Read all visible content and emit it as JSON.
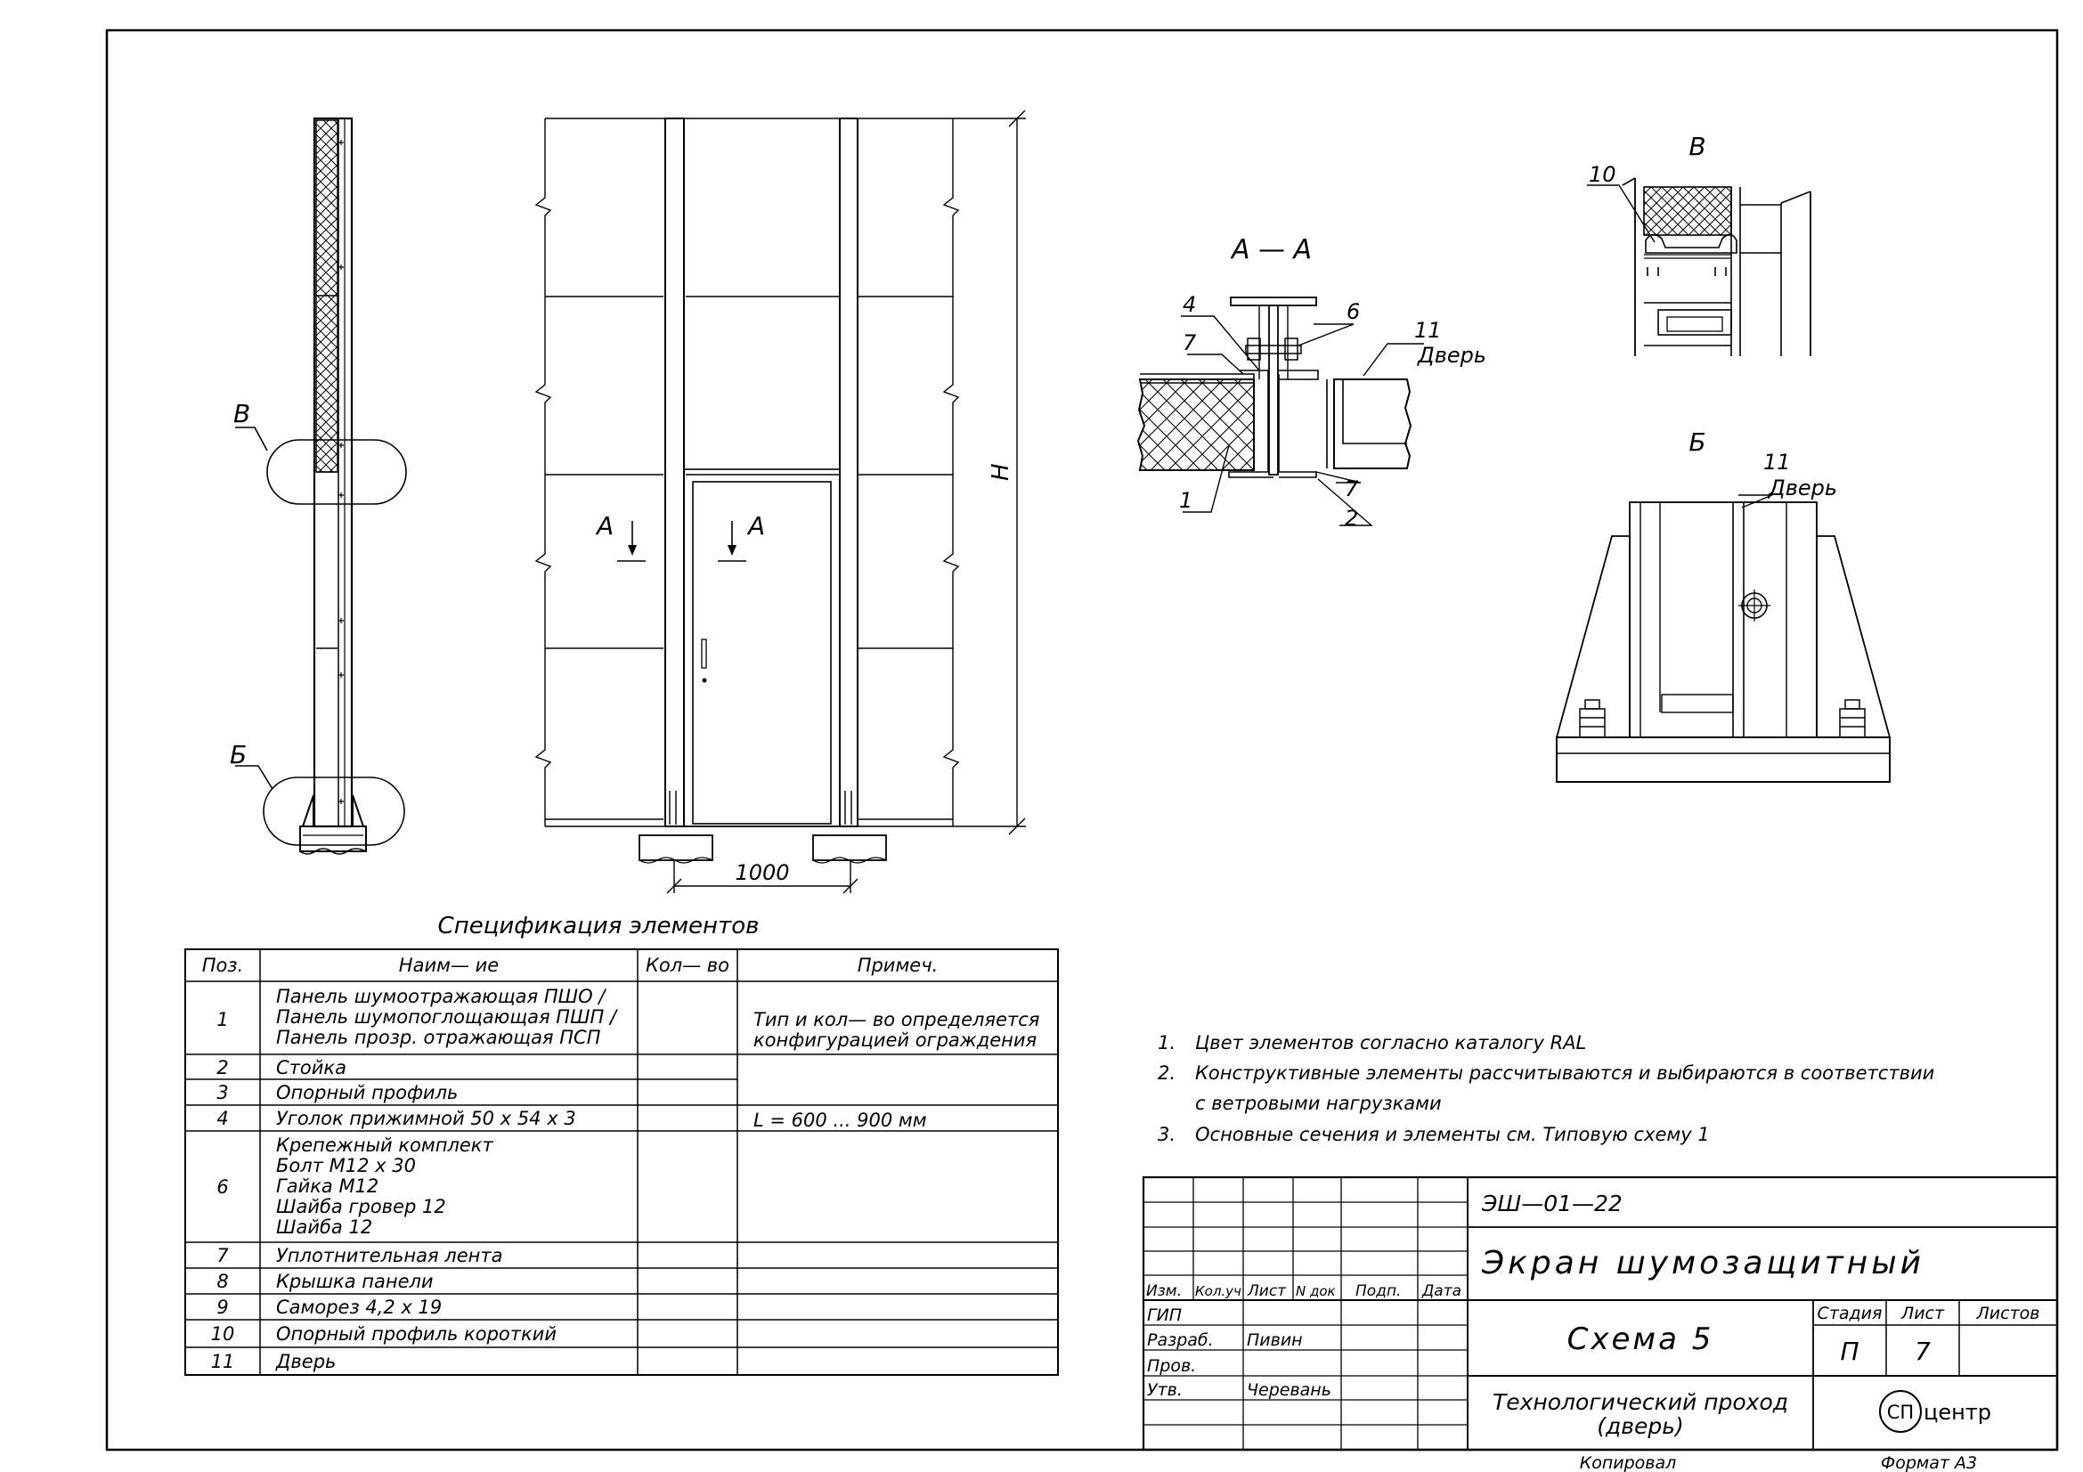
{
  "drawing": {
    "side": {
      "callout_b_upper": "В",
      "callout_b_lower": "Б"
    },
    "front": {
      "section_left": "А",
      "section_right": "А",
      "height_label": "H",
      "width_label": "1000"
    },
    "section_aa": {
      "title": "А — А",
      "labels": {
        "p4": "4",
        "p6": "6",
        "p7a": "7",
        "p11": "11",
        "door": "Дверь",
        "p1": "1",
        "p7b": "7",
        "p2": "2"
      }
    },
    "detail_v": {
      "title": "В",
      "p10": "10"
    },
    "detail_b": {
      "title": "Б",
      "p11": "11",
      "door": "Дверь"
    }
  },
  "spec": {
    "title": "Спецификация элементов",
    "headers": [
      "Поз.",
      "Наим— ие",
      "Кол— во",
      "Примеч."
    ],
    "rows": [
      {
        "pos": "1",
        "name": [
          "Панель шумоотражающая ПШО /",
          "Панель шумопоглощающая ПШП /",
          "Панель прозр. отражающая ПСП"
        ],
        "qty": "",
        "note": [
          "Тип и кол— во определяется",
          "конфигурацией ограждения"
        ]
      },
      {
        "pos": "2",
        "name": [
          "Стойка"
        ],
        "qty": "",
        "note": []
      },
      {
        "pos": "3",
        "name": [
          "Опорный профиль"
        ],
        "qty": "",
        "note": []
      },
      {
        "pos": "4",
        "name": [
          "Уголок прижимной 50 х 54 х 3"
        ],
        "qty": "",
        "note": [
          "L = 600 ... 900 мм"
        ]
      },
      {
        "pos": "6",
        "name": [
          "Крепежный комплект",
          "Болт М12 х 30",
          "Гайка М12",
          "Шайба гровер 12",
          "Шайба 12"
        ],
        "qty": "",
        "note": []
      },
      {
        "pos": "7",
        "name": [
          "Уплотнительная лента"
        ],
        "qty": "",
        "note": []
      },
      {
        "pos": "8",
        "name": [
          "Крышка панели"
        ],
        "qty": "",
        "note": []
      },
      {
        "pos": "9",
        "name": [
          "Саморез 4,2 х 19"
        ],
        "qty": "",
        "note": []
      },
      {
        "pos": "10",
        "name": [
          "Опорный профиль короткий"
        ],
        "qty": "",
        "note": []
      },
      {
        "pos": "11",
        "name": [
          "Дверь"
        ],
        "qty": "",
        "note": []
      }
    ]
  },
  "notes": {
    "items": [
      {
        "num": "1.",
        "lines": [
          "Цвет элементов согласно каталогу RAL"
        ]
      },
      {
        "num": "2.",
        "lines": [
          "Конструктивные элементы рассчитываются и выбираются в соответствии",
          "с ветровыми нагрузками"
        ]
      },
      {
        "num": "3.",
        "lines": [
          "Основные сечения и элементы см. Типовую схему 1"
        ]
      }
    ]
  },
  "titleblock": {
    "code": "ЭШ—01—22",
    "name": "Экран шумозащитный",
    "scheme": "Схема 5",
    "subtitle": [
      "Технологический проход",
      "(дверь)"
    ],
    "cols": [
      "Изм.",
      "Кол.уч",
      "Лист",
      "N док",
      "Подп.",
      "Дата"
    ],
    "roles": [
      {
        "role": "ГИП",
        "person": ""
      },
      {
        "role": "Разраб.",
        "person": "Пивин"
      },
      {
        "role": "Пров.",
        "person": ""
      },
      {
        "role": "Утв.",
        "person": "Черевань"
      }
    ],
    "stage_label": "Стадия",
    "sheet_label": "Лист",
    "sheets_label": "Листов",
    "stage": "П",
    "sheet": "7",
    "logo_mark": "СП",
    "logo_text": "центр",
    "copied": "Копировал",
    "format": "Формат А3"
  }
}
